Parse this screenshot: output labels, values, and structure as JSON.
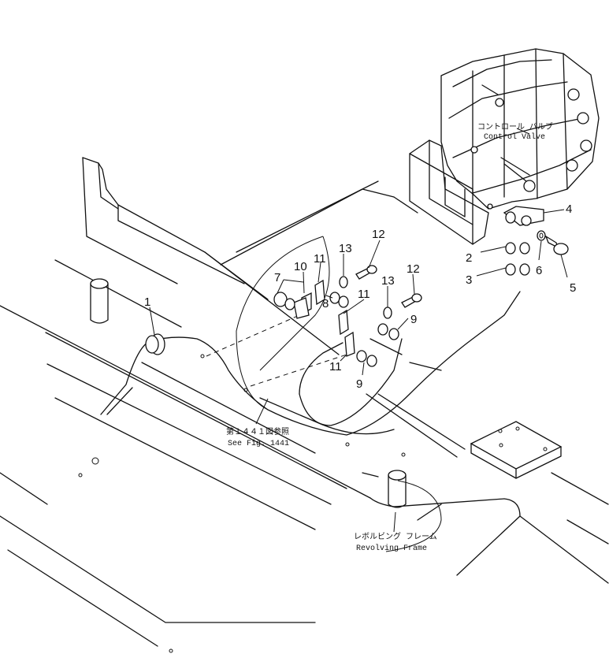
{
  "callouts": {
    "n1": "1",
    "n2": "2",
    "n3": "3",
    "n4": "4",
    "n5": "5",
    "n6": "6",
    "n7": "7",
    "n8": "8",
    "n9a": "9",
    "n9b": "9",
    "n10": "10",
    "n11a": "11",
    "n11b": "11",
    "n11c": "11",
    "n12a": "12",
    "n12b": "12",
    "n13a": "13",
    "n13b": "13"
  },
  "captions": {
    "control_valve_jp": "コントロール バルブ",
    "control_valve_en": "Control Valve",
    "see_fig_jp": "第１４４１図参照",
    "see_fig_en": "See Fig. 1441",
    "frame_jp": "レボルビング フレーム",
    "frame_en": "Revolving Frame"
  }
}
